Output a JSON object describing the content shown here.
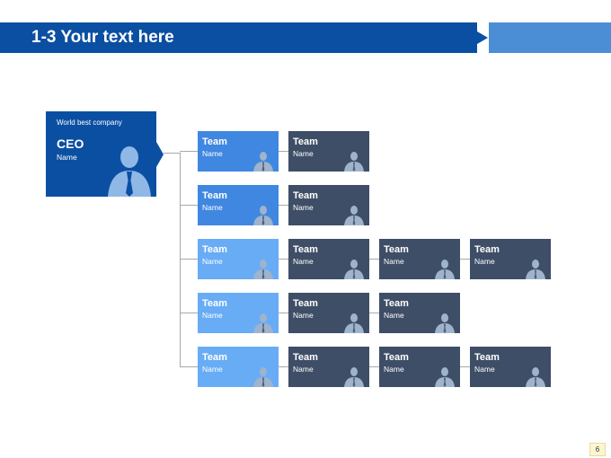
{
  "header": {
    "title": "1-3 Your text here"
  },
  "ceo": {
    "company": "World best company",
    "title": "CEO",
    "name": "Name"
  },
  "rows": [
    {
      "boxes": [
        {
          "team": "Team",
          "name": "Name",
          "color": "blue"
        },
        {
          "team": "Team",
          "name": "Name",
          "color": "dark"
        }
      ]
    },
    {
      "boxes": [
        {
          "team": "Team",
          "name": "Name",
          "color": "blue"
        },
        {
          "team": "Team",
          "name": "Name",
          "color": "dark"
        }
      ]
    },
    {
      "boxes": [
        {
          "team": "Team",
          "name": "Name",
          "color": "light"
        },
        {
          "team": "Team",
          "name": "Name",
          "color": "dark"
        },
        {
          "team": "Team",
          "name": "Name",
          "color": "dark"
        },
        {
          "team": "Team",
          "name": "Name",
          "color": "dark"
        }
      ]
    },
    {
      "boxes": [
        {
          "team": "Team",
          "name": "Name",
          "color": "light"
        },
        {
          "team": "Team",
          "name": "Name",
          "color": "dark"
        },
        {
          "team": "Team",
          "name": "Name",
          "color": "dark"
        }
      ]
    },
    {
      "boxes": [
        {
          "team": "Team",
          "name": "Name",
          "color": "light"
        },
        {
          "team": "Team",
          "name": "Name",
          "color": "dark"
        },
        {
          "team": "Team",
          "name": "Name",
          "color": "dark"
        },
        {
          "team": "Team",
          "name": "Name",
          "color": "dark"
        }
      ]
    }
  ],
  "page_number": "6",
  "colors": {
    "primary": "#0b4fa2",
    "accent": "#4c8ed6",
    "box_blue": "#3f87e0",
    "box_light": "#68acf5",
    "box_dark": "#3f4e67"
  },
  "icons": {
    "person": "person-silhouette-icon"
  }
}
